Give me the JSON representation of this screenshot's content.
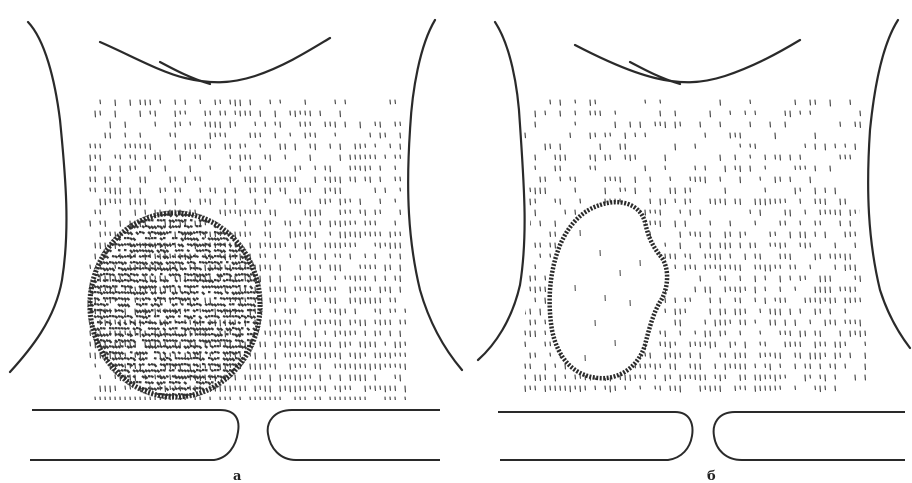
{
  "figure": {
    "panels": [
      {
        "id": "a",
        "label": "а"
      },
      {
        "id": "b",
        "label": "б"
      }
    ],
    "colors": {
      "background": "#ffffff",
      "ink": "#2a2a2a",
      "dense_ink": "#3a3a3a"
    }
  }
}
